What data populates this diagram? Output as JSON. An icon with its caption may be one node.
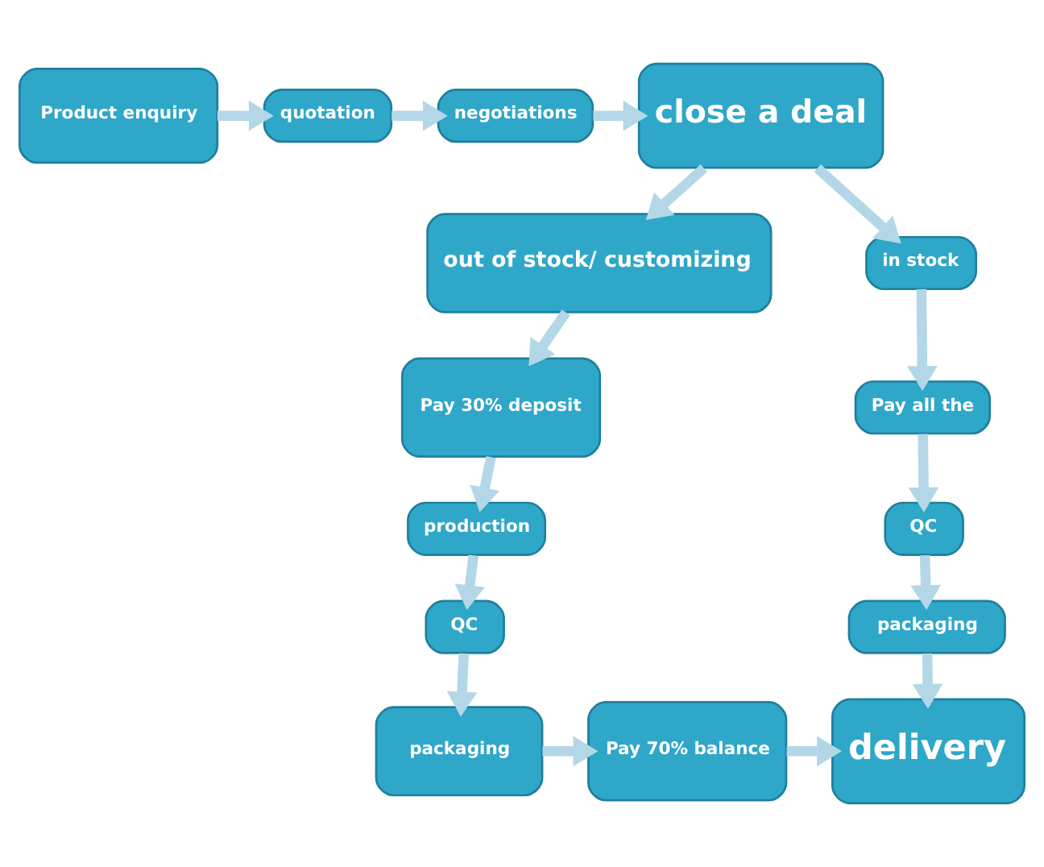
{
  "diagram": {
    "nodes": [
      {
        "text": [
          "Product enquiry"
        ]
      },
      {
        "text": [
          "quotation"
        ]
      },
      {
        "text": [
          "negotiations"
        ]
      },
      {
        "text": [
          "close a deal"
        ]
      },
      {
        "text": [
          "in stock"
        ]
      },
      {
        "text": [
          "out of stock/ customizing"
        ]
      },
      {
        "text": [
          "Pay 30% deposit"
        ]
      },
      {
        "text": [
          "production"
        ]
      },
      {
        "text": [
          "QC"
        ]
      },
      {
        "text": [
          "packaging"
        ]
      },
      {
        "text": [
          "Pay 70% balance"
        ]
      },
      {
        "text": [
          "Pay all the"
        ]
      },
      {
        "text": [
          "QC"
        ]
      },
      {
        "text": [
          "packaging"
        ]
      },
      {
        "text": [
          "delivery"
        ]
      }
    ],
    "edges": [
      {
        "from": 0,
        "to": 1,
        "arrow": "to"
      },
      {
        "from": 1,
        "to": 2,
        "arrow": "to"
      },
      {
        "from": 2,
        "to": 3,
        "arrow": "to"
      },
      {
        "from": 3,
        "to": 4,
        "arrow": "to"
      },
      {
        "from": 3,
        "to": 5,
        "arrow": "to"
      },
      {
        "from": 5,
        "to": 6,
        "arrow": "to"
      },
      {
        "from": 6,
        "to": 7,
        "arrow": "to"
      },
      {
        "from": 7,
        "to": 8,
        "arrow": "to"
      },
      {
        "from": 8,
        "to": 9,
        "arrow": "to"
      },
      {
        "from": 9,
        "to": 10,
        "arrow": "to"
      },
      {
        "from": 10,
        "to": 14,
        "arrow": "to"
      },
      {
        "from": 4,
        "to": 11,
        "arrow": "to"
      },
      {
        "from": 11,
        "to": 12,
        "arrow": "to"
      },
      {
        "from": 12,
        "to": 13,
        "arrow": "to"
      },
      {
        "from": 13,
        "to": 14,
        "arrow": "to"
      }
    ]
  }
}
